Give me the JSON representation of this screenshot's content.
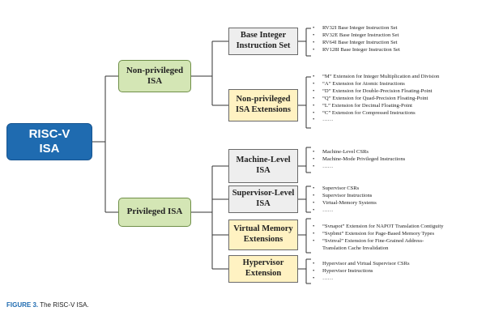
{
  "root": {
    "label": "RISC-V\nISA"
  },
  "nonpriv": {
    "label": "Non-privileged\nISA",
    "base": {
      "label": "Base Integer\nInstruction Set",
      "items": [
        "RV32I Base Integer Instruction Set",
        "RV32E Base Integer Instruction Set",
        "RV64I Base Integer Instruction Set",
        "RV128I Base Integer Instruction Set"
      ]
    },
    "ext": {
      "label": "Non-privileged\nISA Extensions",
      "items": [
        "“M” Extension for Integer Multiplication and Division",
        "“A” Extension for Atomic Instructions",
        "“D” Extension for Double-Precision Floating-Point",
        "“Q” Extension for Quad-Precision Floating-Point",
        "“L” Extension for Decimal Floating-Point",
        "“C” Extension for Compressed Instructions",
        "……"
      ]
    }
  },
  "priv": {
    "label": "Privileged ISA",
    "machine": {
      "label": "Machine-Level\nISA",
      "items": [
        "Machine-Level CSRs",
        "Machine-Mode Privileged Instructions",
        "……"
      ]
    },
    "supervisor": {
      "label": "Supervisor-Level\nISA",
      "items": [
        "Supervisor CSRs",
        "Supervisor Instructions",
        "Virtual-Memory Systems",
        "……"
      ]
    },
    "vm": {
      "label": "Virtual Memory\nExtensions",
      "items": [
        "“Svnapot” Extension for NAPOT Translation Contiguity",
        "“Svpbmt” Extension for Page-Based Memory Types",
        "“Svinval” Extension for Fine-Grained Address-\nTranslation Cache Invalidation"
      ]
    },
    "hyper": {
      "label": "Hypervisor\nExtension",
      "items": [
        "Hypervisor and Virtual Supervisor CSRs",
        "Hypervisor Instructions",
        "……"
      ]
    }
  },
  "caption": {
    "figure": "FIGURE 3.",
    "text": "The RISC-V ISA."
  }
}
